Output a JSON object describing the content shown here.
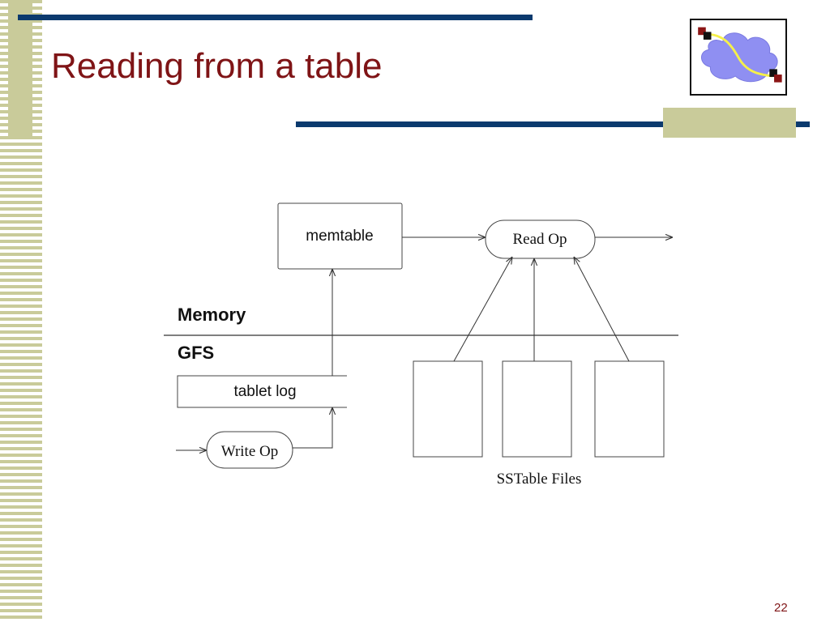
{
  "slide": {
    "title": "Reading from a table",
    "page_number": "22"
  },
  "diagram": {
    "memtable_label": "memtable",
    "read_op_label": "Read Op",
    "memory_label": "Memory",
    "gfs_label": "GFS",
    "tablet_log_label": "tablet log",
    "write_op_label": "Write Op",
    "sstable_files_label": "SSTable Files"
  },
  "colors": {
    "title": "#7f1416",
    "bar": "#0b3a6e",
    "stripe": "#c9cb9a"
  }
}
